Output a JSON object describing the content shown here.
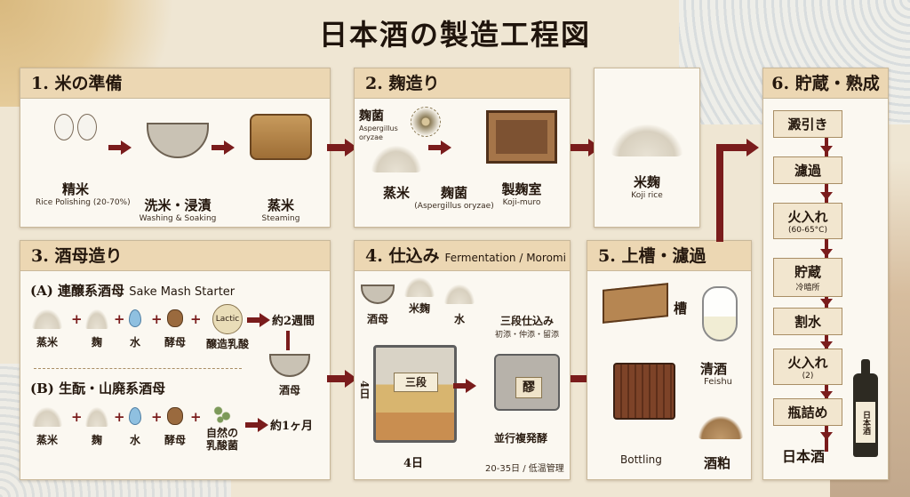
{
  "title": "日本酒の製造工程図",
  "panel1": {
    "heading": "1. 米の準備",
    "items": [
      {
        "label": "精米",
        "sub": "Rice Polishing (20-70%)"
      },
      {
        "label": "洗米・浸漬",
        "sub": "Washing & Soaking"
      },
      {
        "label": "蒸米",
        "sub": "Steaming"
      }
    ]
  },
  "panel2": {
    "heading": "2. 麹造り",
    "koji_mold_top": "麹菌",
    "koji_mold_top_sub": "Aspergillus oryzae",
    "items": [
      {
        "label": "蒸米",
        "sub": ""
      },
      {
        "label": "麹菌",
        "sub": "(Aspergillus oryzae)"
      },
      {
        "label": "製麹室",
        "sub": "Koji-muro"
      }
    ]
  },
  "koji_rice": {
    "label": "米麹",
    "sub": "Koji rice"
  },
  "panel3": {
    "heading": "3. 酒母造り",
    "a_heading": "(A) 連醸系酒母",
    "a_heading_en": "Sake Mash Starter",
    "a_items": [
      "蒸米",
      "麹",
      "水",
      "酵母",
      "醸造乳酸"
    ],
    "a_lactic": "Lactic",
    "a_duration": "約2週間",
    "shubo": "酒母",
    "b_heading": "(B) 生酛・山廃系酒母",
    "b_items": [
      "蒸米",
      "麹",
      "水",
      "酵母",
      "自然の 乳酸菌"
    ],
    "b_duration": "約1ヶ月"
  },
  "panel4": {
    "heading": "4. 仕込み",
    "heading_en": "Fermentation / Moromi",
    "inputs": [
      "酒母",
      "米麹",
      "水"
    ],
    "tank_label": "三段",
    "tank_side": "4日",
    "tank_bottom": "4日",
    "sandan": "三段仕込み",
    "sandan_sub": "初添・仲添・留添",
    "moromi": "醪",
    "parallel": "並行複発酵",
    "period": "20-35日 / 低温管理"
  },
  "panel5": {
    "heading": "5. 上槽・濾過",
    "tank": "槽",
    "sake": "清酒",
    "sake_en": "Feishu",
    "bottling": "Bottling",
    "lees": "酒粕"
  },
  "panel6": {
    "heading": "6. 貯蔵・熟成",
    "steps": [
      {
        "label": "澱引き",
        "sub": ""
      },
      {
        "label": "濾過",
        "sub": ""
      },
      {
        "label": "火入れ",
        "sub": "(60-65°C)"
      },
      {
        "label": "貯蔵",
        "sub": "冷暗所"
      },
      {
        "label": "割水",
        "sub": ""
      },
      {
        "label": "火入れ",
        "sub": "(2)"
      },
      {
        "label": "瓶詰め",
        "sub": ""
      }
    ],
    "final": "日本酒",
    "bottle_label": "日本酒"
  },
  "colors": {
    "arrow": "#7a1c1c",
    "header": "#ecd7b3",
    "panel": "#fbf8f1"
  }
}
